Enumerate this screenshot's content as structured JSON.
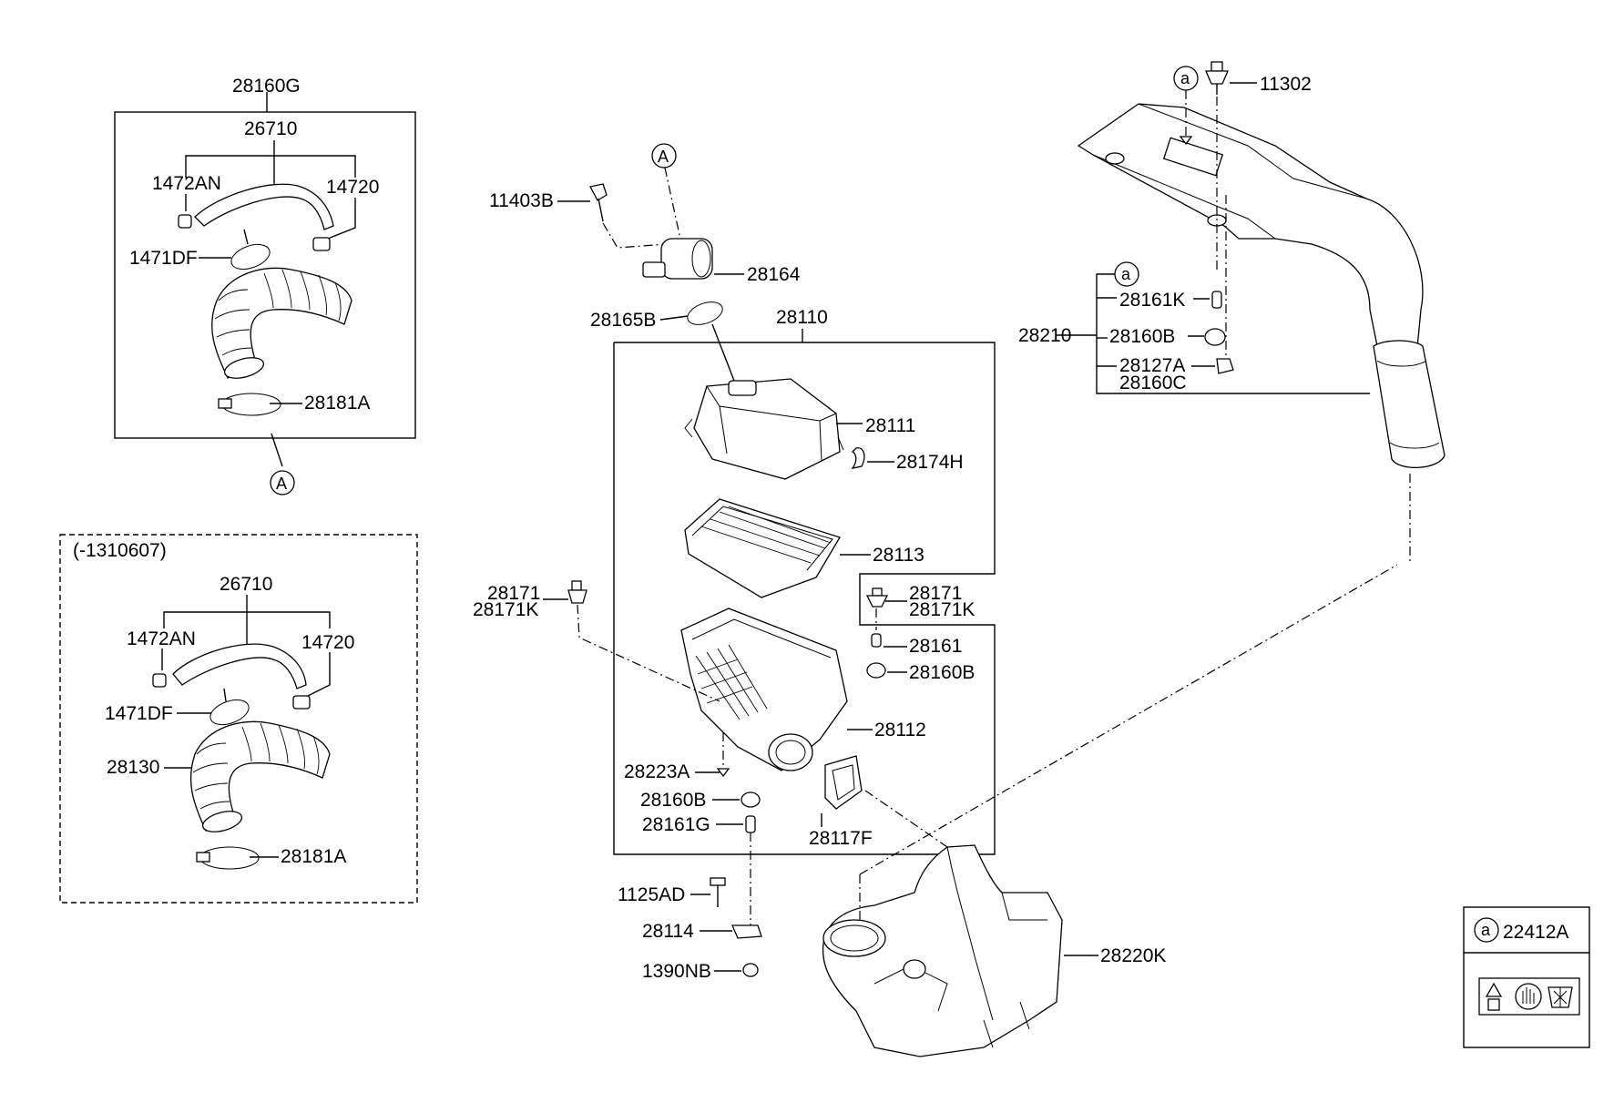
{
  "labels": {
    "p28160G": "28160G",
    "p26710_top": "26710",
    "p1472AN_top": "1472AN",
    "p14720_top": "14720",
    "p1471DF_top": "1471DF",
    "p28181A_top": "28181A",
    "refA_top": "A",
    "variant_note": "(-1310607)",
    "p26710_bot": "26710",
    "p1472AN_bot": "1472AN",
    "p14720_bot": "14720",
    "p1471DF_bot": "1471DF",
    "p28130": "28130",
    "p28181A_bot": "28181A",
    "p11403B": "11403B",
    "refA_mid": "A",
    "p28164": "28164",
    "p28165B": "28165B",
    "p28110": "28110",
    "p28111": "28111",
    "p28174H": "28174H",
    "p28113": "28113",
    "p28171_left": "28171",
    "p28171K_left": "28171K",
    "p28171_right": "28171",
    "p28171K_right": "28171K",
    "p28161": "28161",
    "p28160B_mid": "28160B",
    "p28112": "28112",
    "p28223A": "28223A",
    "p28160B_low": "28160B",
    "p28161G": "28161G",
    "p28117F": "28117F",
    "p1125AD": "1125AD",
    "p28114": "28114",
    "p1390NB": "1390NB",
    "p28220K": "28220K",
    "refa_top": "a",
    "p11302": "11302",
    "refa_group": "a",
    "p28161K": "28161K",
    "p28210": "28210",
    "p28160B_top": "28160B",
    "p28127A": "28127A",
    "p28160C": "28160C",
    "legend_ref": "a",
    "legend_part": "22412A"
  },
  "icons": [
    "warning-label-icon",
    "hand-prohibition-icon",
    "fan-hazard-icon"
  ]
}
